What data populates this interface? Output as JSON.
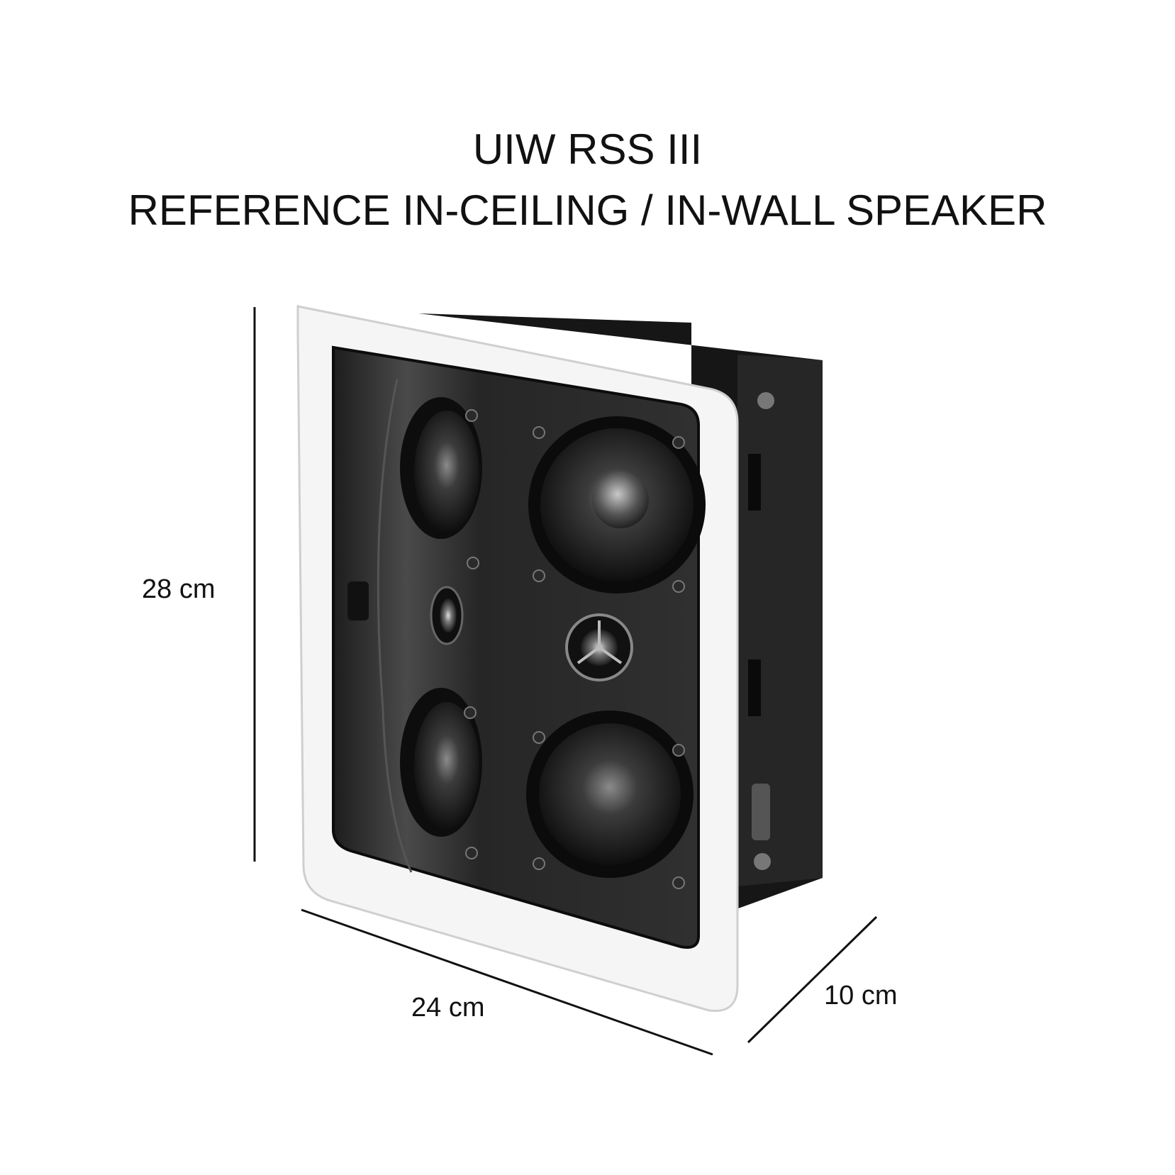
{
  "title": {
    "model": "UIW RSS III",
    "description": "REFERENCE IN-CEILING / IN-WALL SPEAKER"
  },
  "dimensions": {
    "height": "28 cm",
    "width": "24 cm",
    "depth": "10 cm"
  },
  "colors": {
    "background": "#ffffff",
    "bezel": "#f4f4f4",
    "enclosure": "#1a1a1a",
    "baffle": "#2b2b2b",
    "dimension_line": "#111111"
  }
}
